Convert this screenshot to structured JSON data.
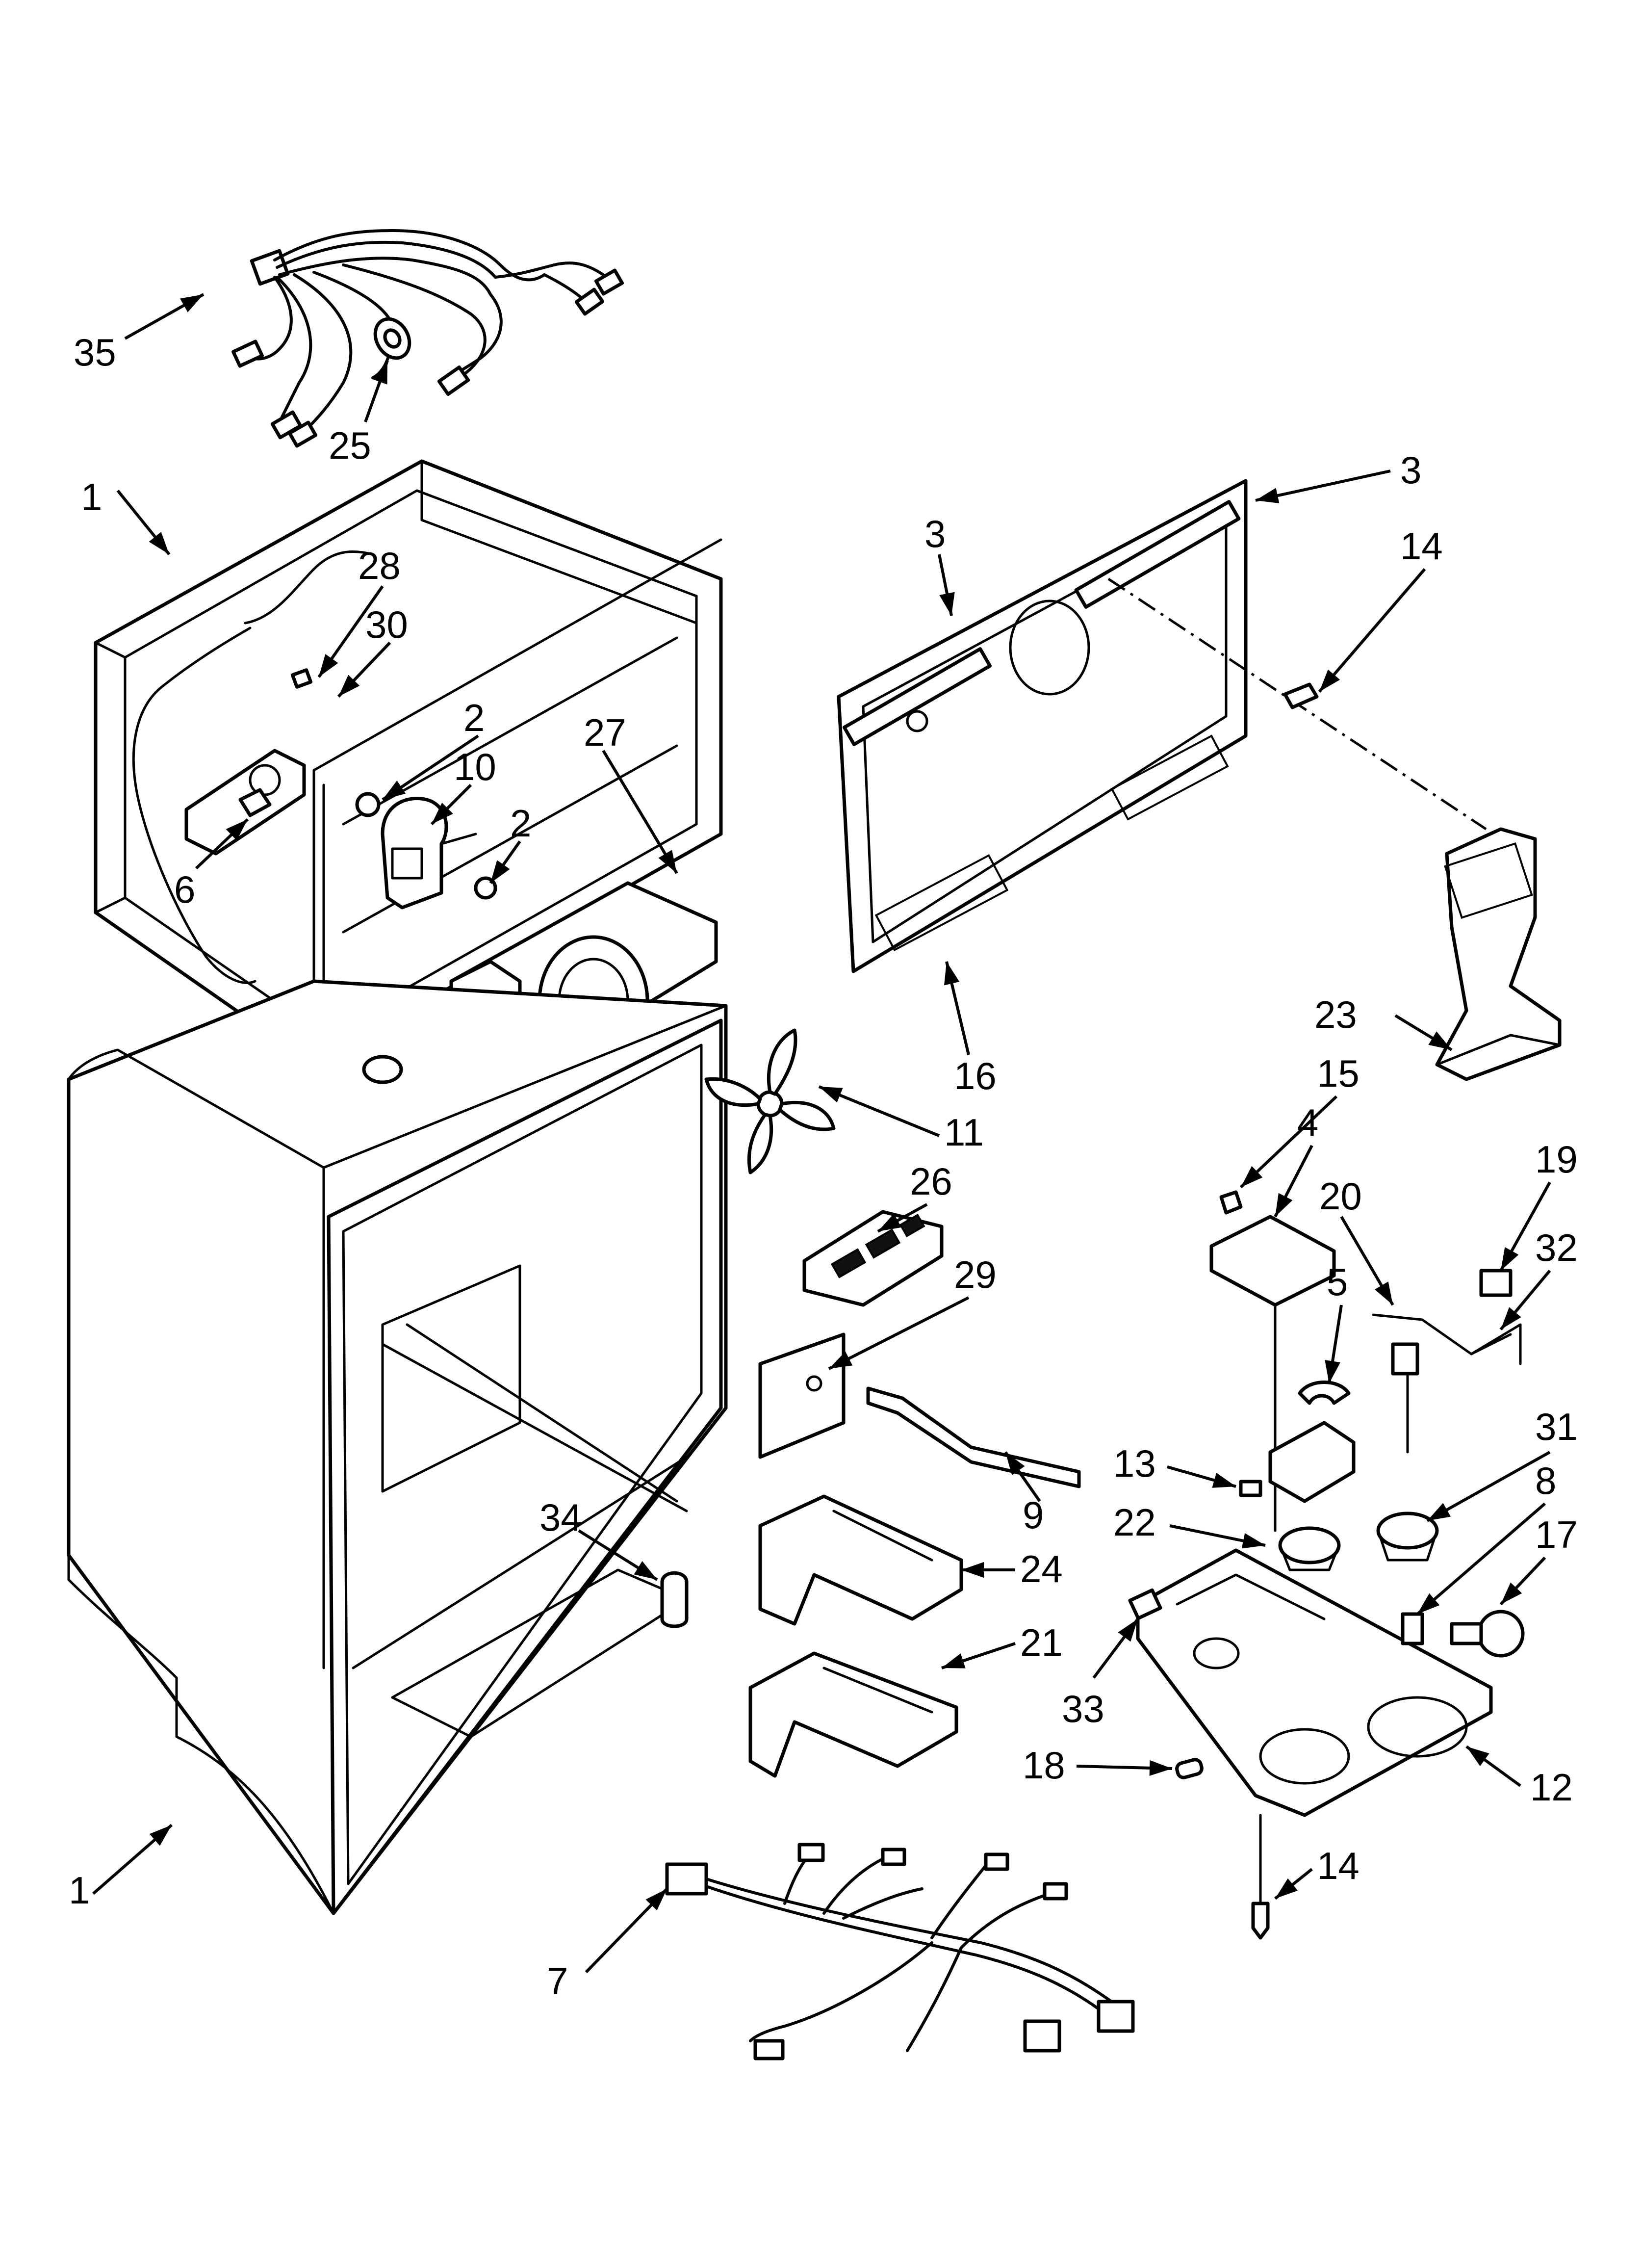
{
  "callouts": [
    {
      "id": "c35",
      "label": "35"
    },
    {
      "id": "c25",
      "label": "25"
    },
    {
      "id": "c1-top",
      "label": "1"
    },
    {
      "id": "c28",
      "label": "28"
    },
    {
      "id": "c30",
      "label": "30"
    },
    {
      "id": "c2-a",
      "label": "2"
    },
    {
      "id": "c10",
      "label": "10"
    },
    {
      "id": "c2-b",
      "label": "2"
    },
    {
      "id": "c6",
      "label": "6"
    },
    {
      "id": "c27",
      "label": "27"
    },
    {
      "id": "c3-left",
      "label": "3"
    },
    {
      "id": "c3-right",
      "label": "3"
    },
    {
      "id": "c14-top",
      "label": "14"
    },
    {
      "id": "c16",
      "label": "16"
    },
    {
      "id": "c23",
      "label": "23"
    },
    {
      "id": "c11",
      "label": "11"
    },
    {
      "id": "c15",
      "label": "15"
    },
    {
      "id": "c4",
      "label": "4"
    },
    {
      "id": "c26",
      "label": "26"
    },
    {
      "id": "c19",
      "label": "19"
    },
    {
      "id": "c20",
      "label": "20"
    },
    {
      "id": "c32",
      "label": "32"
    },
    {
      "id": "c5",
      "label": "5"
    },
    {
      "id": "c29",
      "label": "29"
    },
    {
      "id": "c31",
      "label": "31"
    },
    {
      "id": "c13",
      "label": "13"
    },
    {
      "id": "c9",
      "label": "9"
    },
    {
      "id": "c8",
      "label": "8"
    },
    {
      "id": "c34",
      "label": "34"
    },
    {
      "id": "c22",
      "label": "22"
    },
    {
      "id": "c17",
      "label": "17"
    },
    {
      "id": "c24",
      "label": "24"
    },
    {
      "id": "c21",
      "label": "21"
    },
    {
      "id": "c33",
      "label": "33"
    },
    {
      "id": "c18",
      "label": "18"
    },
    {
      "id": "c12",
      "label": "12"
    },
    {
      "id": "c14-bottom",
      "label": "14"
    },
    {
      "id": "c1-bottom",
      "label": "1"
    },
    {
      "id": "c7",
      "label": "7"
    }
  ]
}
